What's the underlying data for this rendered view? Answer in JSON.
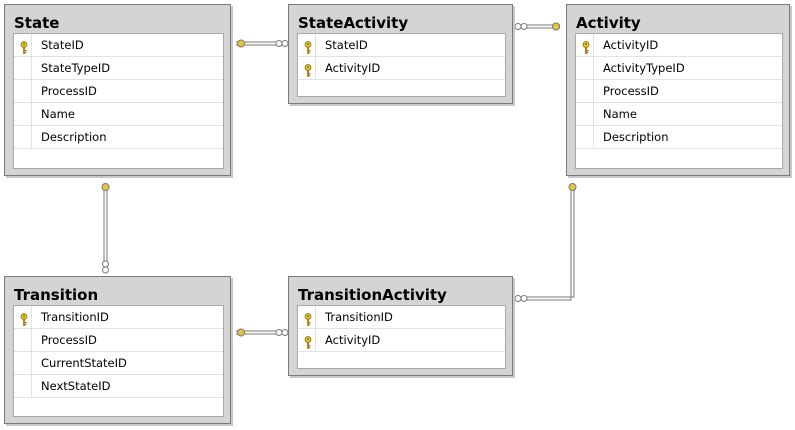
{
  "tables": {
    "state": {
      "title": "State",
      "columns": [
        "StateID",
        "StateTypeID",
        "ProcessID",
        "Name",
        "Description"
      ],
      "keys": [
        true,
        false,
        false,
        false,
        false
      ]
    },
    "stateactivity": {
      "title": "StateActivity",
      "columns": [
        "StateID",
        "ActivityID"
      ],
      "keys": [
        true,
        true
      ]
    },
    "activity": {
      "title": "Activity",
      "columns": [
        "ActivityID",
        "ActivityTypeID",
        "ProcessID",
        "Name",
        "Description"
      ],
      "keys": [
        true,
        false,
        false,
        false,
        false
      ]
    },
    "transition": {
      "title": "Transition",
      "columns": [
        "TransitionID",
        "ProcessID",
        "CurrentStateID",
        "NextStateID"
      ],
      "keys": [
        true,
        false,
        false,
        false
      ]
    },
    "transitionactivity": {
      "title": "TransitionActivity",
      "columns": [
        "TransitionID",
        "ActivityID"
      ],
      "keys": [
        true,
        true
      ]
    }
  },
  "colors": {
    "key_fill": "#e8c53a",
    "connector": "#7a7a7a"
  }
}
